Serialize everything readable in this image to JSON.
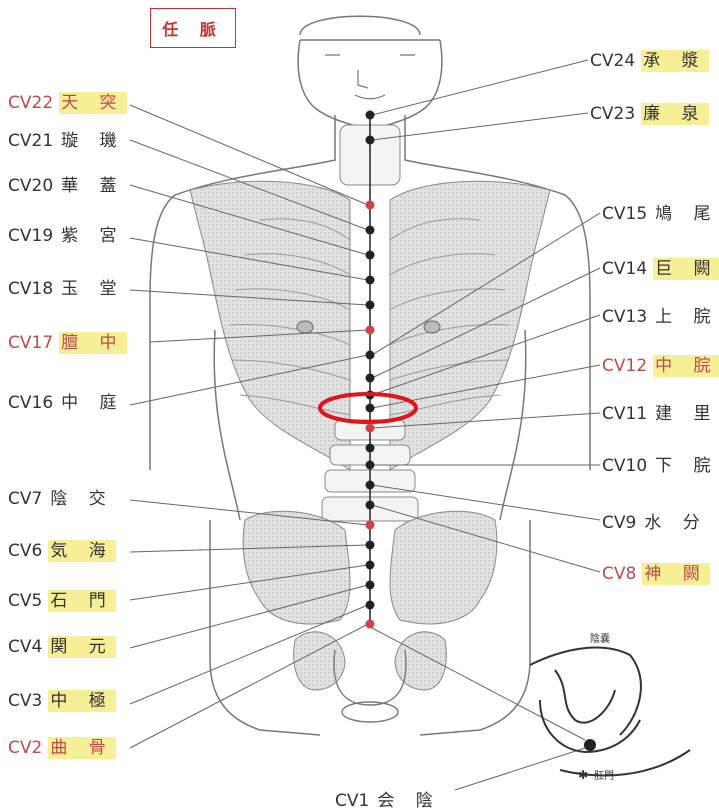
{
  "title": "任 脈",
  "points": [
    {
      "code": "CV22",
      "name": "天 突",
      "color": "#c04a4a",
      "hl": true
    },
    {
      "code": "CV21",
      "name": "璇 璣",
      "color": "#333333",
      "hl": false
    },
    {
      "code": "CV20",
      "name": "華 蓋",
      "color": "#333333",
      "hl": false
    },
    {
      "code": "CV19",
      "name": "紫 宮",
      "color": "#333333",
      "hl": false
    },
    {
      "code": "CV18",
      "name": "玉 堂",
      "color": "#333333",
      "hl": false
    },
    {
      "code": "CV17",
      "name": "膻 中",
      "color": "#c04a4a",
      "hl": true
    },
    {
      "code": "CV16",
      "name": "中 庭",
      "color": "#333333",
      "hl": false
    },
    {
      "code": "CV7",
      "name": "陰 交",
      "color": "#333333",
      "hl": false
    },
    {
      "code": "CV6",
      "name": "気 海",
      "color": "#333333",
      "hl": true
    },
    {
      "code": "CV5",
      "name": "石 門",
      "color": "#333333",
      "hl": true
    },
    {
      "code": "CV4",
      "name": "関 元",
      "color": "#333333",
      "hl": true
    },
    {
      "code": "CV3",
      "name": "中 極",
      "color": "#333333",
      "hl": true
    },
    {
      "code": "CV2",
      "name": "曲 骨",
      "color": "#c04a4a",
      "hl": true
    },
    {
      "code": "CV24",
      "name": "承 漿",
      "color": "#333333",
      "hl": true
    },
    {
      "code": "CV23",
      "name": "廉 泉",
      "color": "#333333",
      "hl": true
    },
    {
      "code": "CV15",
      "name": "鳩 尾",
      "color": "#333333",
      "hl": false
    },
    {
      "code": "CV14",
      "name": "巨 闕",
      "color": "#333333",
      "hl": true
    },
    {
      "code": "CV13",
      "name": "上 脘",
      "color": "#333333",
      "hl": false
    },
    {
      "code": "CV12",
      "name": "中 脘",
      "color": "#c04a4a",
      "hl": true
    },
    {
      "code": "CV11",
      "name": "建 里",
      "color": "#333333",
      "hl": false
    },
    {
      "code": "CV10",
      "name": "下 脘",
      "color": "#333333",
      "hl": false
    },
    {
      "code": "CV9",
      "name": "水 分",
      "color": "#333333",
      "hl": false
    },
    {
      "code": "CV8",
      "name": "神 闕",
      "color": "#c04a4a",
      "hl": true
    },
    {
      "code": "CV1",
      "name": "会 陰",
      "color": "#333333",
      "hl": false
    }
  ],
  "inset": {
    "label_top": "陰嚢",
    "label_bottom": "肛門"
  },
  "colors": {
    "accent_red": "#c8322f",
    "highlight": "#f6ef96",
    "line": "#555555",
    "dot_red": "#d2404a",
    "dot_black": "#222222",
    "circle": "#e0141c"
  }
}
